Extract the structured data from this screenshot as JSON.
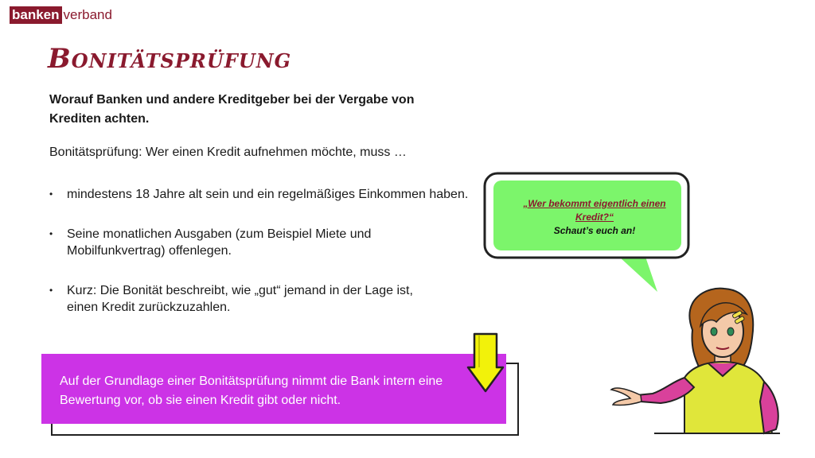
{
  "logo": {
    "part1": "banken",
    "part2": "verband"
  },
  "title": "Bonitätsprüfung",
  "subtitle": "Worauf Banken und andere Kreditgeber bei der Vergabe von Krediten achten.",
  "intro": "Bonitätsprüfung: Wer einen Kredit aufnehmen möchte, muss …",
  "bullets": [
    "mindestens 18 Jahre alt sein und ein regelmäßiges Einkommen haben.",
    "Seine monatlichen Ausgaben (zum Beispiel Miete und Mobilfunkvertrag) offenlegen.",
    "Kurz: Die Bonität beschreibt, wie „gut“ jemand in der Lage ist, einen Kredit zurückzuzahlen."
  ],
  "bullet_symbol": "•",
  "highlight": "Auf der Grundlage einer Bonitätsprüfung nimmt die Bank intern eine Bewertung vor, ob sie einen Kredit gibt oder nicht.",
  "bubble": {
    "question": "„Wer bekommt eigentlich einen Kredit?“",
    "cta": "Schaut’s euch an!"
  },
  "colors": {
    "brand": "#8a1a2e",
    "magenta": "#cc33e6",
    "bubble": "#7cf56b",
    "arrow": "#f2f20a"
  }
}
